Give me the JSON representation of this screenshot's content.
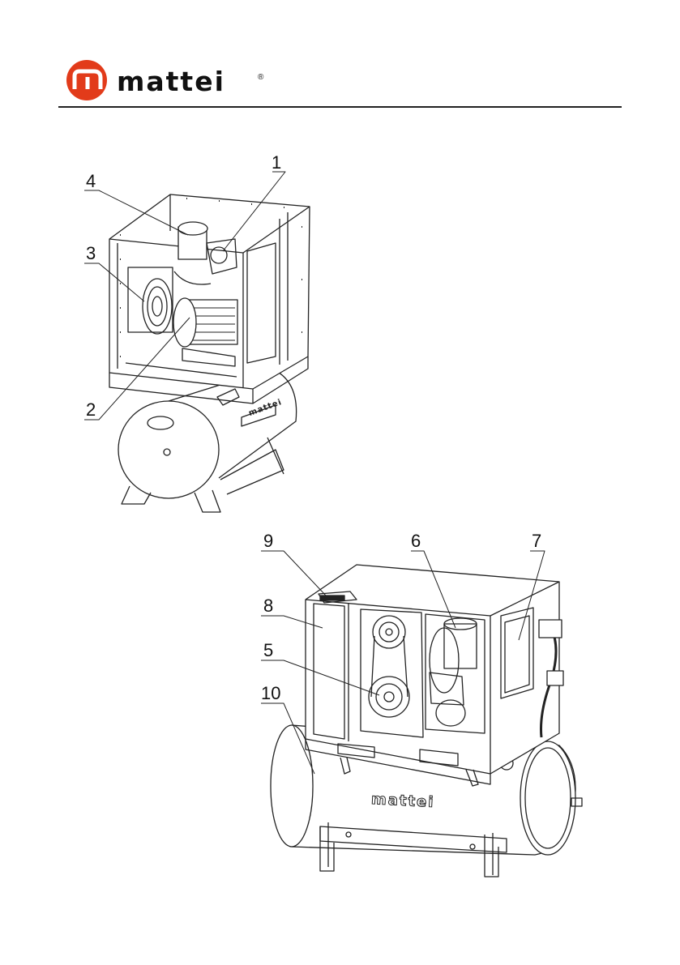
{
  "header": {
    "brand_name": "mattei",
    "registered_mark": "®",
    "logo_monogram": "m",
    "brand_color": "#e23b1a"
  },
  "figure_top": {
    "callouts": [
      "1",
      "2",
      "3",
      "4"
    ],
    "tank_badge": "mattei"
  },
  "figure_bottom": {
    "callouts": [
      "5",
      "6",
      "7",
      "8",
      "9",
      "10"
    ],
    "tank_brand": "mattei"
  }
}
